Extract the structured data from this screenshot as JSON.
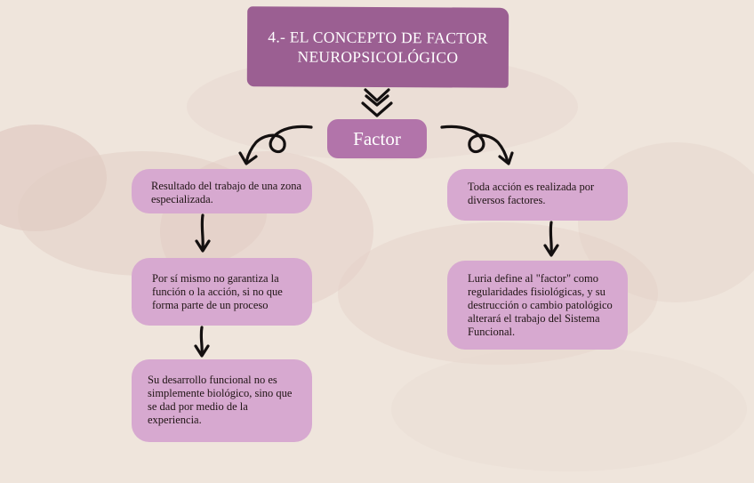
{
  "title": "4.- EL CONCEPTO DE FACTOR NEUROPSICOLÓGICO",
  "central": "Factor",
  "left_nodes": [
    "Resultado del trabajo de una zona especializada.",
    "Por sí mismo no garantiza la función o la acción, si no que forma parte de un proceso",
    "Su desarrollo funcional no es simplemente biológico, sino que se dad por medio de la experiencia."
  ],
  "right_nodes": [
    "Toda acción es realizada por diversos factores.",
    "Luria define al \"factor\" como regularidades fisiológicas, y su destrucción o cambio patológico alterará el trabajo del Sistema Funcional."
  ],
  "colors": {
    "background": "#efe5dc",
    "title_fill": "#9b5f92",
    "central_fill": "#b274aa",
    "node_fill": "#d7a9d0",
    "arrow": "#141010"
  }
}
